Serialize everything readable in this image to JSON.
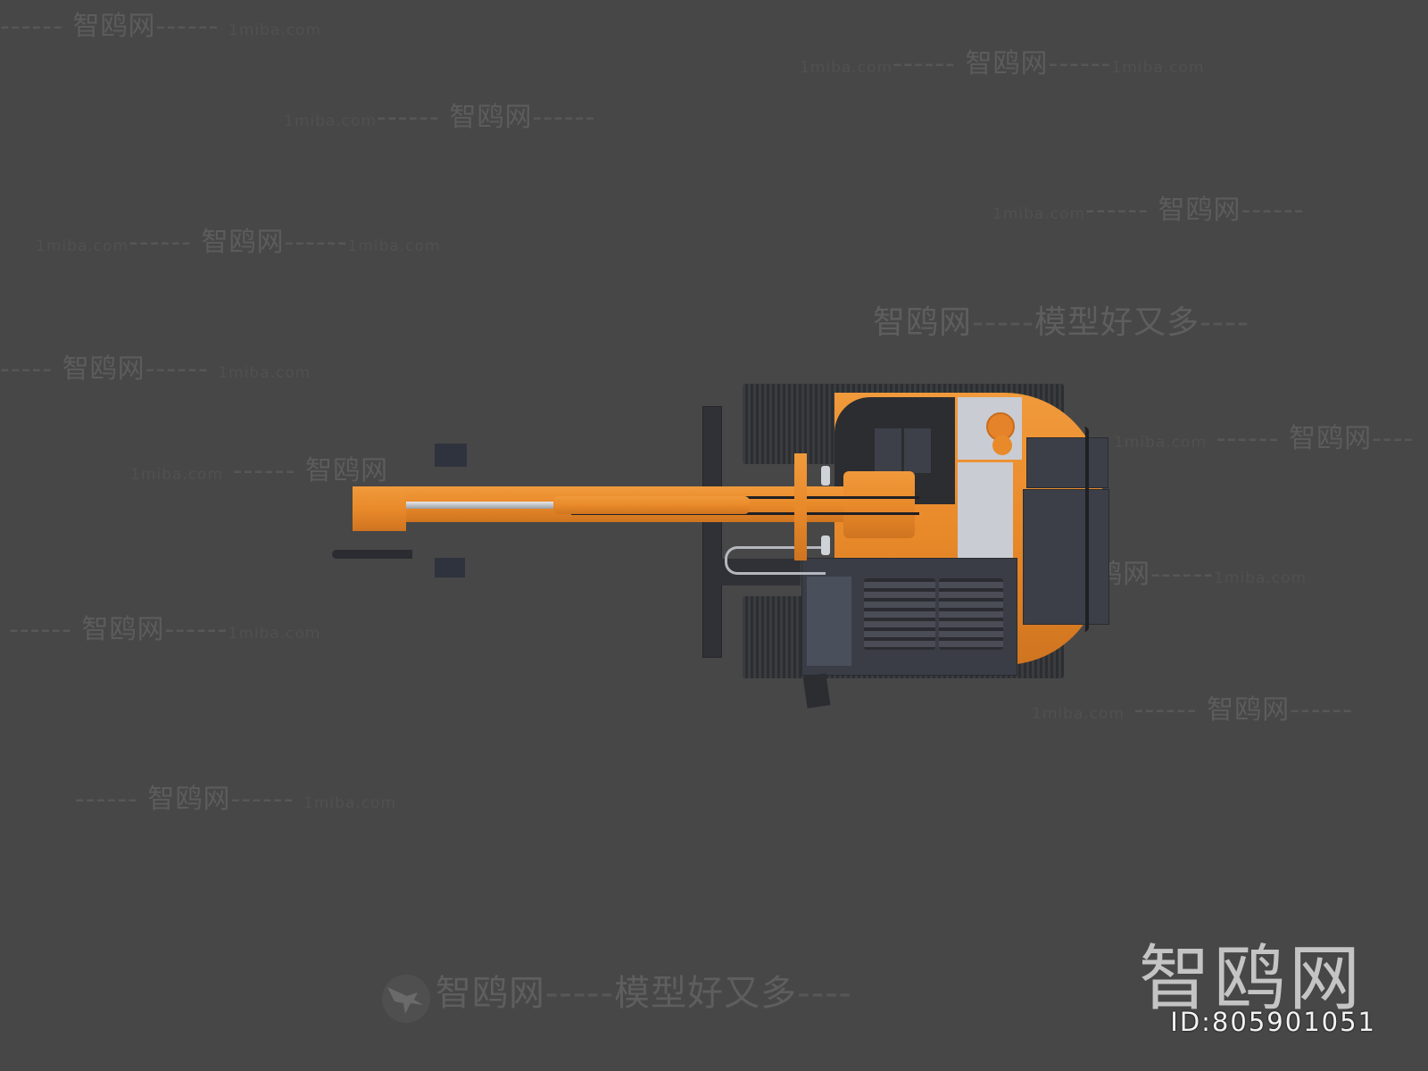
{
  "watermarks": {
    "brand_cn": "智鸥网",
    "url": "1miba.com",
    "slogan": "模型好又多",
    "dash_short": "------",
    "dash_long": "-----",
    "dash_tail": "----"
  },
  "logo": {
    "brand": "智鸥网",
    "id_label": "ID:805901051",
    "icon": "seagull-icon"
  },
  "subject": {
    "description": "Top view 3D render of an orange tracked excavator with extended boom",
    "colors": {
      "background": "#474747",
      "body_orange": "#e98a2a",
      "dark_panels": "#3c3f47",
      "light_panel": "#c9ccd3",
      "watermark_text": "#5c5c5c",
      "id_text": "#f2f2f2"
    }
  }
}
